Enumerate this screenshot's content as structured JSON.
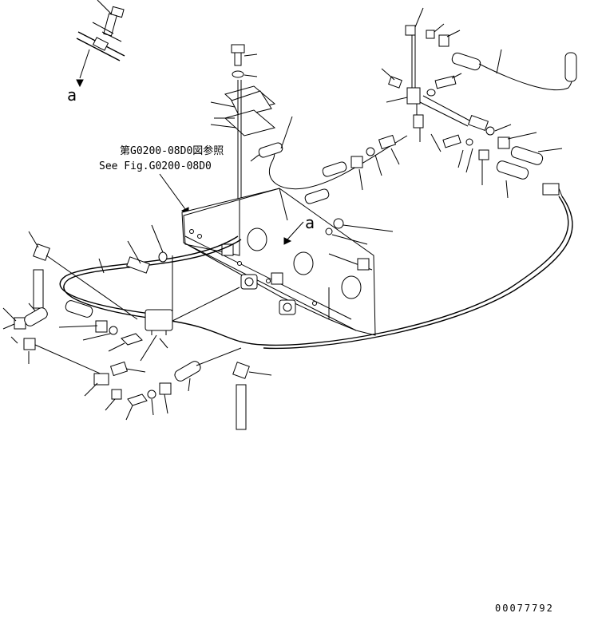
{
  "labels": {
    "ref_note_ja": "第G0200-08D0図参照",
    "ref_note_en": "See Fig.G0200-08D0",
    "detail_mark_top": "a",
    "detail_mark_center": "a",
    "drawing_number": "00077792"
  },
  "colors": {
    "line": "#000000",
    "background": "#ffffff"
  }
}
